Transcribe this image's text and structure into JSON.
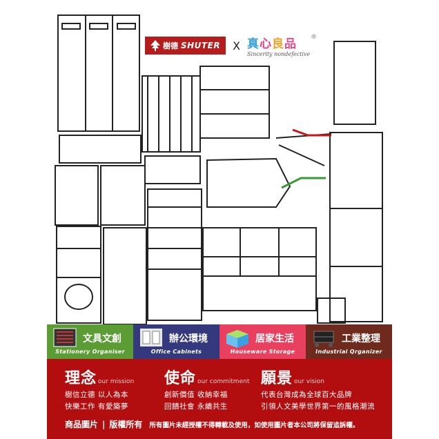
{
  "brand": {
    "shuter_cn": "樹德",
    "shuter_en": "SHUTER",
    "cross": "X",
    "partner_cn": [
      "真",
      "心",
      "良",
      "品"
    ],
    "partner_en": "Sincerity nondefective",
    "registered": "®"
  },
  "categories": [
    {
      "cn": "文具文創",
      "en": "Stationery Organiser",
      "color": "#5b9c35"
    },
    {
      "cn": "辦公環境",
      "en": "Office Cabinets",
      "color": "#33397c"
    },
    {
      "cn": "居家生活",
      "en": "Houseware Storage",
      "color": "#e9405f"
    },
    {
      "cn": "工業整理",
      "en": "Industrial Qrganizer",
      "color": "#6e2a1c"
    }
  ],
  "values": [
    {
      "title": "理念",
      "sub": "our mission",
      "lines": [
        "樹信立德  以人為本",
        "快樂工作  有愛築夢"
      ]
    },
    {
      "title": "使命",
      "sub": "our commitment",
      "lines": [
        "創新價值  收納幸福",
        "回饋社會  永續共生"
      ]
    },
    {
      "title": "願景",
      "sub": "our vision",
      "lines": [
        "代表台灣成為全球百大品牌",
        "引領人文美學世界第一的風格潮流"
      ]
    }
  ],
  "footer": {
    "a": "商品圖片",
    "sep": "|",
    "b": "版權所有",
    "note": "所有圖片未經授權不得轉載及使用，如使用圖片者本公司將保留追訴權。"
  },
  "colors": {
    "panel": "#b20e10",
    "brand_red": "#b51d1d"
  },
  "icons": [
    "furniture-line-drawing",
    "shuter-tree-logo",
    "drawer-unit-icon",
    "office-cabinet-icon",
    "storage-box-icon",
    "tool-cart-icon"
  ]
}
